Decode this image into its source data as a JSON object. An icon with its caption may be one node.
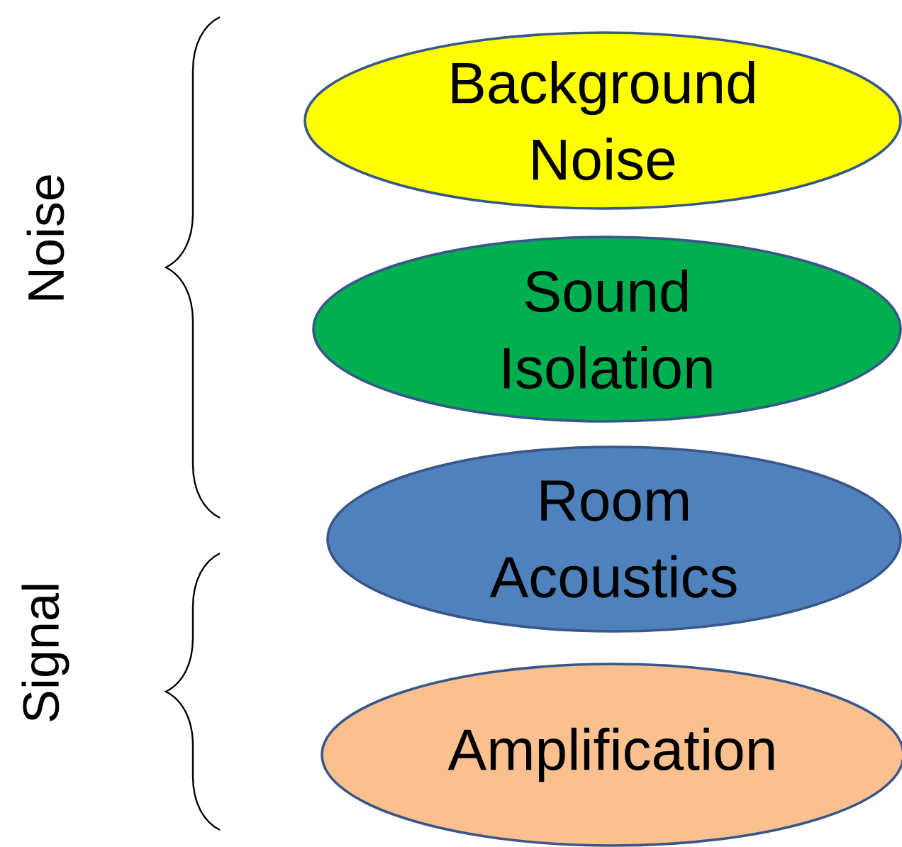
{
  "diagram": {
    "nodes": [
      {
        "text": [
          "Background Noise"
        ]
      },
      {
        "text": [
          "Sound Isolation"
        ]
      },
      {
        "text": [
          "Room Acoustics"
        ]
      },
      {
        "text": [
          "Amplification"
        ]
      }
    ],
    "edges": [],
    "labels": [
      "Noise",
      "Signal"
    ]
  }
}
